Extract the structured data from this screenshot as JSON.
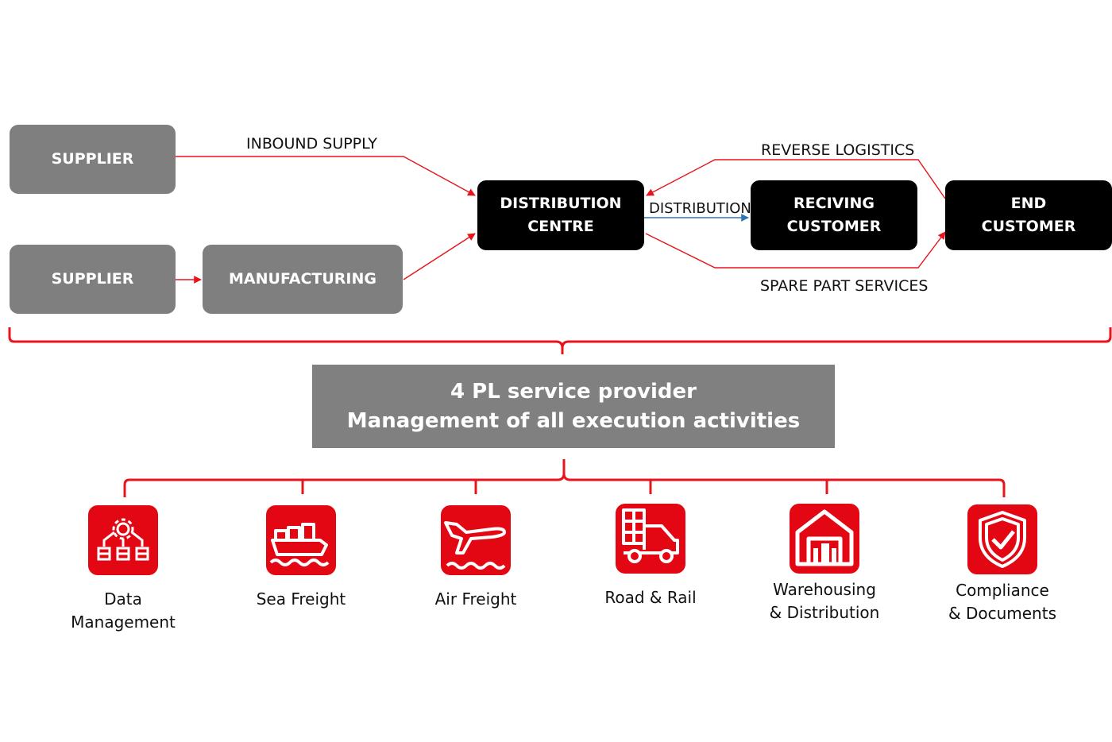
{
  "nodes": {
    "supplier_top": "SUPPLIER",
    "supplier_bottom": "SUPPLIER",
    "manufacturing": "MANUFACTURING",
    "distribution_centre": [
      "DISTRIBUTION",
      "CENTRE"
    ],
    "receiving_customer": [
      "RECIVING",
      "CUSTOMER"
    ],
    "end_customer": [
      "END",
      "CUSTOMER"
    ]
  },
  "flows": {
    "inbound_supply": "INBOUND SUPPLY",
    "distribution": "DISTRIBUTION",
    "reverse_logistics": "REVERSE LOGISTICS",
    "spare_part_services": "SPARE PART SERVICES"
  },
  "provider": {
    "line1": "4 PL service provider",
    "line2": "Management of all execution activities"
  },
  "services": [
    {
      "icon": "data-management-icon",
      "lines": [
        "Data",
        "Management"
      ]
    },
    {
      "icon": "sea-freight-icon",
      "lines": [
        "Sea Freight"
      ]
    },
    {
      "icon": "air-freight-icon",
      "lines": [
        "Air Freight"
      ]
    },
    {
      "icon": "road-rail-icon",
      "lines": [
        "Road & Rail"
      ]
    },
    {
      "icon": "warehouse-icon",
      "lines": [
        "Warehousing",
        "& Distribution"
      ]
    },
    {
      "icon": "compliance-shield-icon",
      "lines": [
        "Compliance",
        "& Documents"
      ]
    }
  ],
  "colors": {
    "accent_red": "#e30613",
    "connector_red": "#e8141b",
    "grey_box": "#7f7f7f",
    "black_box": "#000000",
    "distribution_arrow": "#2e75b6"
  }
}
